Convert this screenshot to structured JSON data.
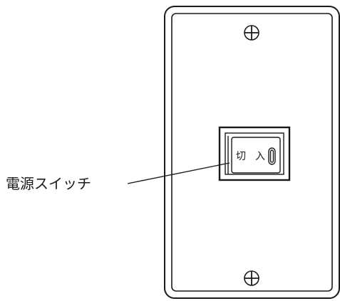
{
  "callout": {
    "label": "電源スイッチ"
  },
  "switch": {
    "off_label": "切",
    "on_label": "入"
  },
  "colors": {
    "line": "#1a1a1a",
    "background": "#ffffff"
  },
  "icons": {
    "top_screw": "screw-icon",
    "bottom_screw": "screw-icon"
  }
}
